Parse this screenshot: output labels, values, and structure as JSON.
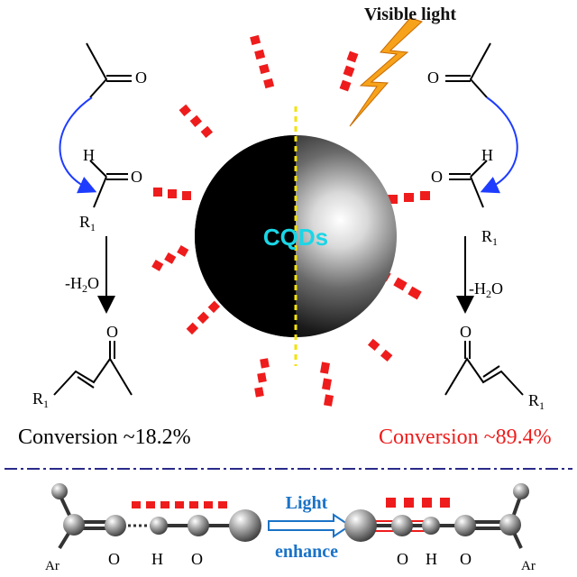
{
  "top_label": "Visible light",
  "center_label": "CQDs",
  "left": {
    "ketone_o": "O",
    "aldehyde_h": "H",
    "aldehyde_o": "O",
    "r_group": "R",
    "r_sub": "1",
    "dehydration_prefix": "-H",
    "dehydration_sub": "2",
    "dehydration_suffix": "O",
    "product_o": "O",
    "product_r": "R",
    "product_r_sub": "1",
    "conversion": "Conversion ~18.2%"
  },
  "right": {
    "ketone_o": "O",
    "aldehyde_h": "H",
    "aldehyde_o": "O",
    "r_group": "R",
    "r_sub": "1",
    "dehydration_prefix": "-H",
    "dehydration_sub": "2",
    "dehydration_suffix": "O",
    "product_o": "O",
    "product_r": "R",
    "product_r_sub": "1",
    "conversion": "Conversion ~89.4%"
  },
  "bottom": {
    "left_ar": "Ar",
    "left_atoms": [
      "O",
      "H",
      "O"
    ],
    "arrow_top": "Light",
    "arrow_bottom": "enhance",
    "right_atoms": [
      "O",
      "H",
      "O"
    ],
    "right_ar": "Ar"
  },
  "colors": {
    "red": "#ee1c1c",
    "blue_arrow": "#1e3cff",
    "cqds_text": "#1ad6e6",
    "dashed_line": "#f3e20a",
    "lightning": "#f7a21b",
    "divider": "#2a2a8a",
    "enhance_text": "#1a73c7"
  }
}
